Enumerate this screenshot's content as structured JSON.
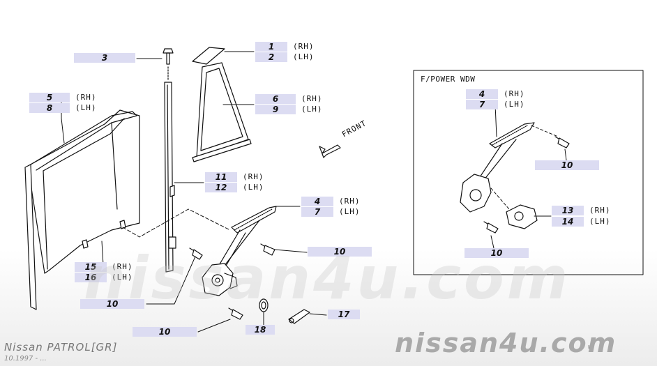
{
  "diagram": {
    "inset_title": "F/POWER WDW",
    "front_label": "FRONT",
    "watermark_mid": "nissan4u.com",
    "watermark_logo": "nissan4u.com",
    "model": "Nissan PATROL[GR]",
    "date": "10.1997 - ...",
    "corner_mark": "ı",
    "colors": {
      "tag_bg": "#dcdcf2",
      "line": "#111111"
    }
  },
  "callouts": [
    {
      "id": "c3",
      "number": "3"
    },
    {
      "id": "c1",
      "number": "1",
      "side": "(RH)"
    },
    {
      "id": "c2",
      "number": "2",
      "side": "(LH)"
    },
    {
      "id": "c5",
      "number": "5",
      "side": "(RH)"
    },
    {
      "id": "c8",
      "number": "8",
      "side": "(LH)"
    },
    {
      "id": "c6",
      "number": "6",
      "side": "(RH)"
    },
    {
      "id": "c9",
      "number": "9",
      "side": "(LH)"
    },
    {
      "id": "c11",
      "number": "11",
      "side": "(RH)"
    },
    {
      "id": "c12",
      "number": "12",
      "side": "(LH)"
    },
    {
      "id": "c4a",
      "number": "4",
      "side": "(RH)"
    },
    {
      "id": "c7a",
      "number": "7",
      "side": "(LH)"
    },
    {
      "id": "c10a",
      "number": "10"
    },
    {
      "id": "c15",
      "number": "15",
      "side": "(RH)"
    },
    {
      "id": "c16",
      "number": "16",
      "side": "(LH)"
    },
    {
      "id": "c10b",
      "number": "10"
    },
    {
      "id": "c17",
      "number": "17"
    },
    {
      "id": "c18",
      "number": "18"
    },
    {
      "id": "c10c",
      "number": "10"
    },
    {
      "id": "c4b",
      "number": "4",
      "side": "(RH)"
    },
    {
      "id": "c7b",
      "number": "7",
      "side": "(LH)"
    },
    {
      "id": "c10d",
      "number": "10"
    },
    {
      "id": "c13",
      "number": "13",
      "side": "(RH)"
    },
    {
      "id": "c14",
      "number": "14",
      "side": "(LH)"
    },
    {
      "id": "c10e",
      "number": "10"
    }
  ]
}
